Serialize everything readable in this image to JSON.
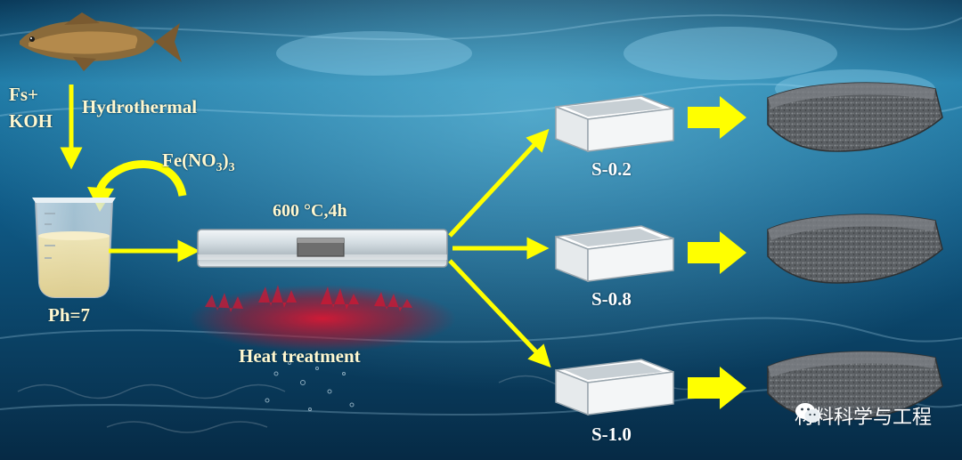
{
  "diagram": {
    "input_label_1": "Fs+",
    "input_label_2": "KOH",
    "step_hydrothermal": "Hydrothermal",
    "reagent": "Fe(NO",
    "reagent_sub1": "3",
    "reagent_close": ")",
    "reagent_sub2": "3",
    "ph_label": "Ph=7",
    "temp_label": "600 °C,4h",
    "heat_label": "Heat treatment",
    "samples": [
      "S-0.2",
      "S-0.8",
      "S-1.0"
    ]
  },
  "watermark": {
    "text": "材料科学与工程",
    "icon": "wechat-icon"
  },
  "colors": {
    "arrow": "#ffff00",
    "label": "#fff8d0",
    "water_dark": "#062a45",
    "water_light": "#2a8fb8",
    "heat": "#c8102e"
  }
}
